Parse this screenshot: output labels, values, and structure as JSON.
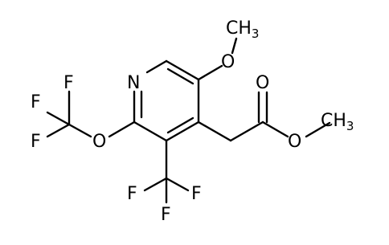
{
  "molecule": {
    "atoms": {
      "n_ring": "N",
      "o_methoxy": "O",
      "ch3_methoxy": "CH",
      "ch3_methoxy_sub": "3",
      "o_carbonyl": "O",
      "o_ester": "O",
      "ch3_ester": "CH",
      "ch3_ester_sub": "3",
      "o_ocf3": "O",
      "f_ocf3_top": "F",
      "f_ocf3_mid": "F",
      "f_ocf3_bot": "F",
      "f_cf3_left": "F",
      "f_cf3_right": "F",
      "f_cf3_bottom": "F"
    }
  }
}
